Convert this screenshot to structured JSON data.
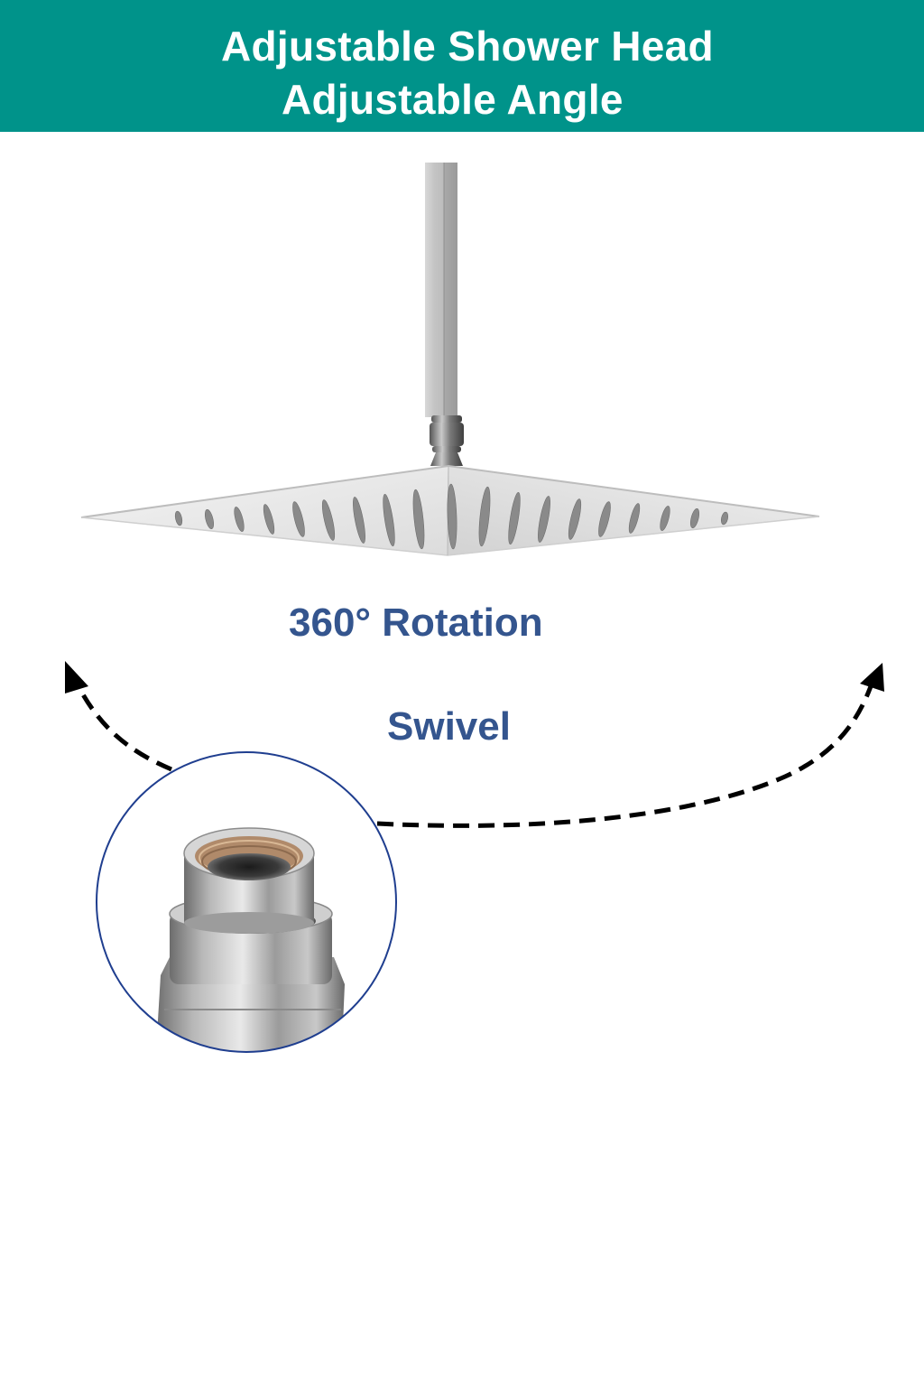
{
  "banner": {
    "title_line1": "Adjustable Shower Head",
    "title_line2": "Adjustable Angle",
    "background_color": "#00938a",
    "text_color": "#ffffff"
  },
  "labels": {
    "rotation": "360° Rotation",
    "swivel": "Swivel",
    "color": "#34558e"
  },
  "illustration": {
    "product": "square rain shower head on ceiling arm",
    "detail_callout": "swivel ball joint connector close-up",
    "callout_border_color": "#1f3e8f",
    "arrow_style": "dashed double-headed arc"
  }
}
